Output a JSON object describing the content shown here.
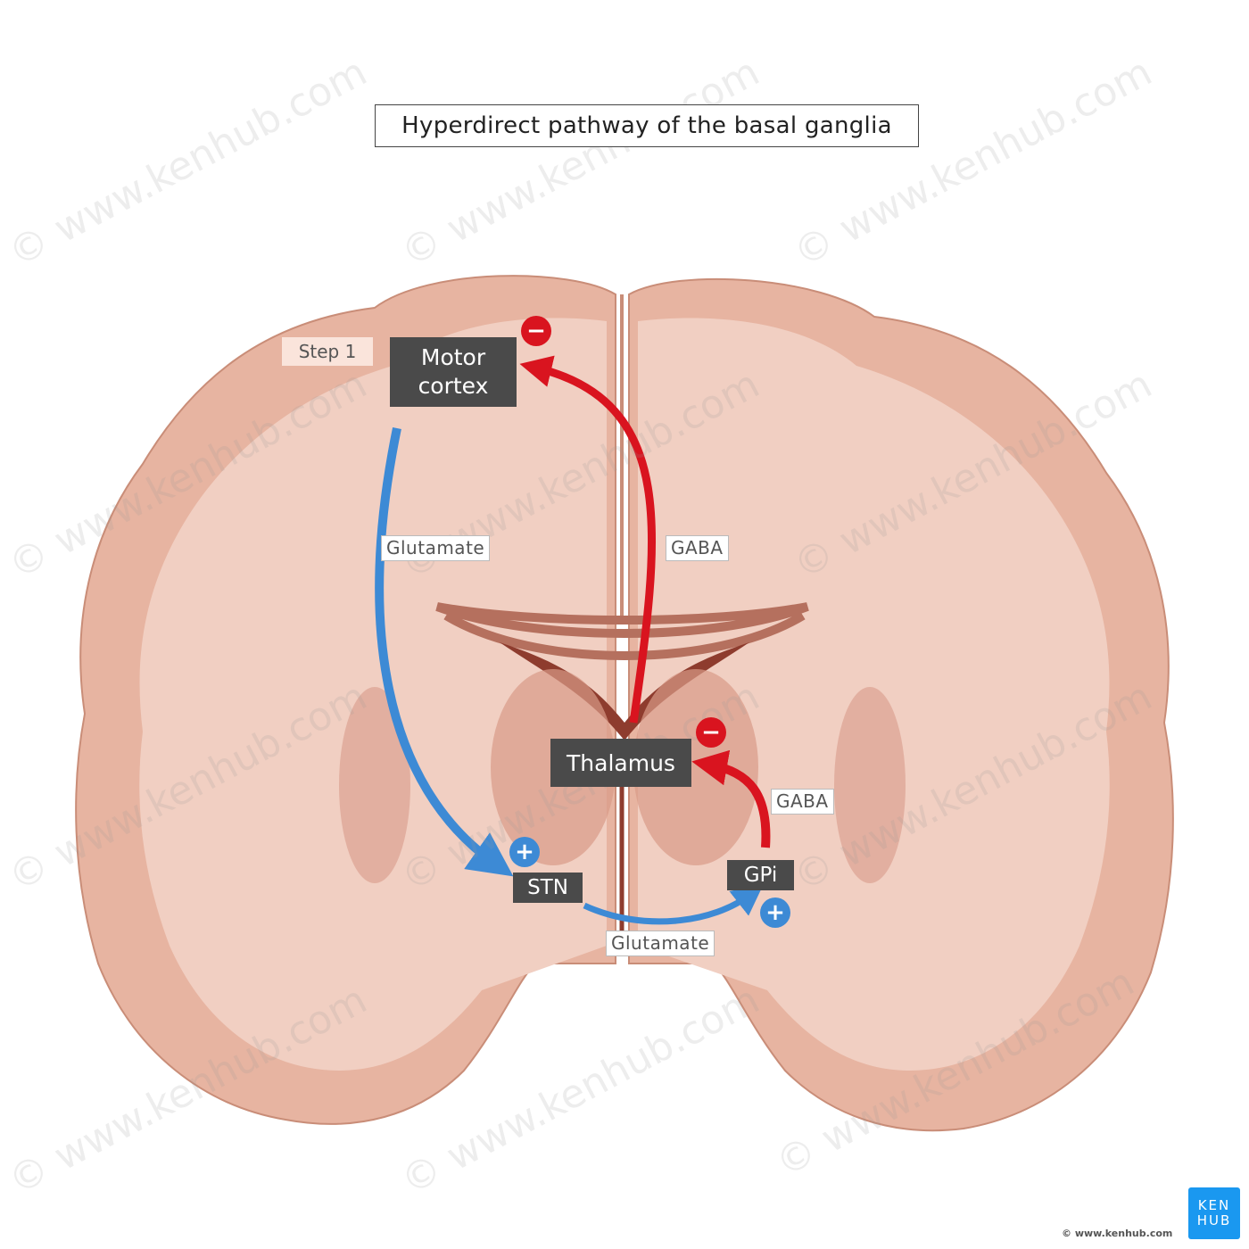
{
  "title": "Hyperdirect pathway of the basal ganglia",
  "step_label": "Step 1",
  "structures": {
    "motor_cortex": "Motor cortex",
    "thalamus": "Thalamus",
    "stn": "STN",
    "gpi": "GPi"
  },
  "pathway_labels": {
    "cortex_to_stn": "Glutamate",
    "thalamus_to_cortex": "GABA",
    "gpi_to_thalamus": "GABA",
    "stn_to_gpi": "Glutamate"
  },
  "signs": {
    "cortex": "−",
    "thalamus": "−",
    "stn": "+",
    "gpi": "+"
  },
  "watermark": "© www.kenhub.com",
  "footer": {
    "copyright": "© www.kenhub.com",
    "logo_line1": "KEN",
    "logo_line2": "HUB"
  },
  "colors": {
    "excitatory": "#3d8ad5",
    "inhibitory": "#d9141f",
    "label_bg": "#4a4a4a",
    "brand": "#1a98f0"
  }
}
